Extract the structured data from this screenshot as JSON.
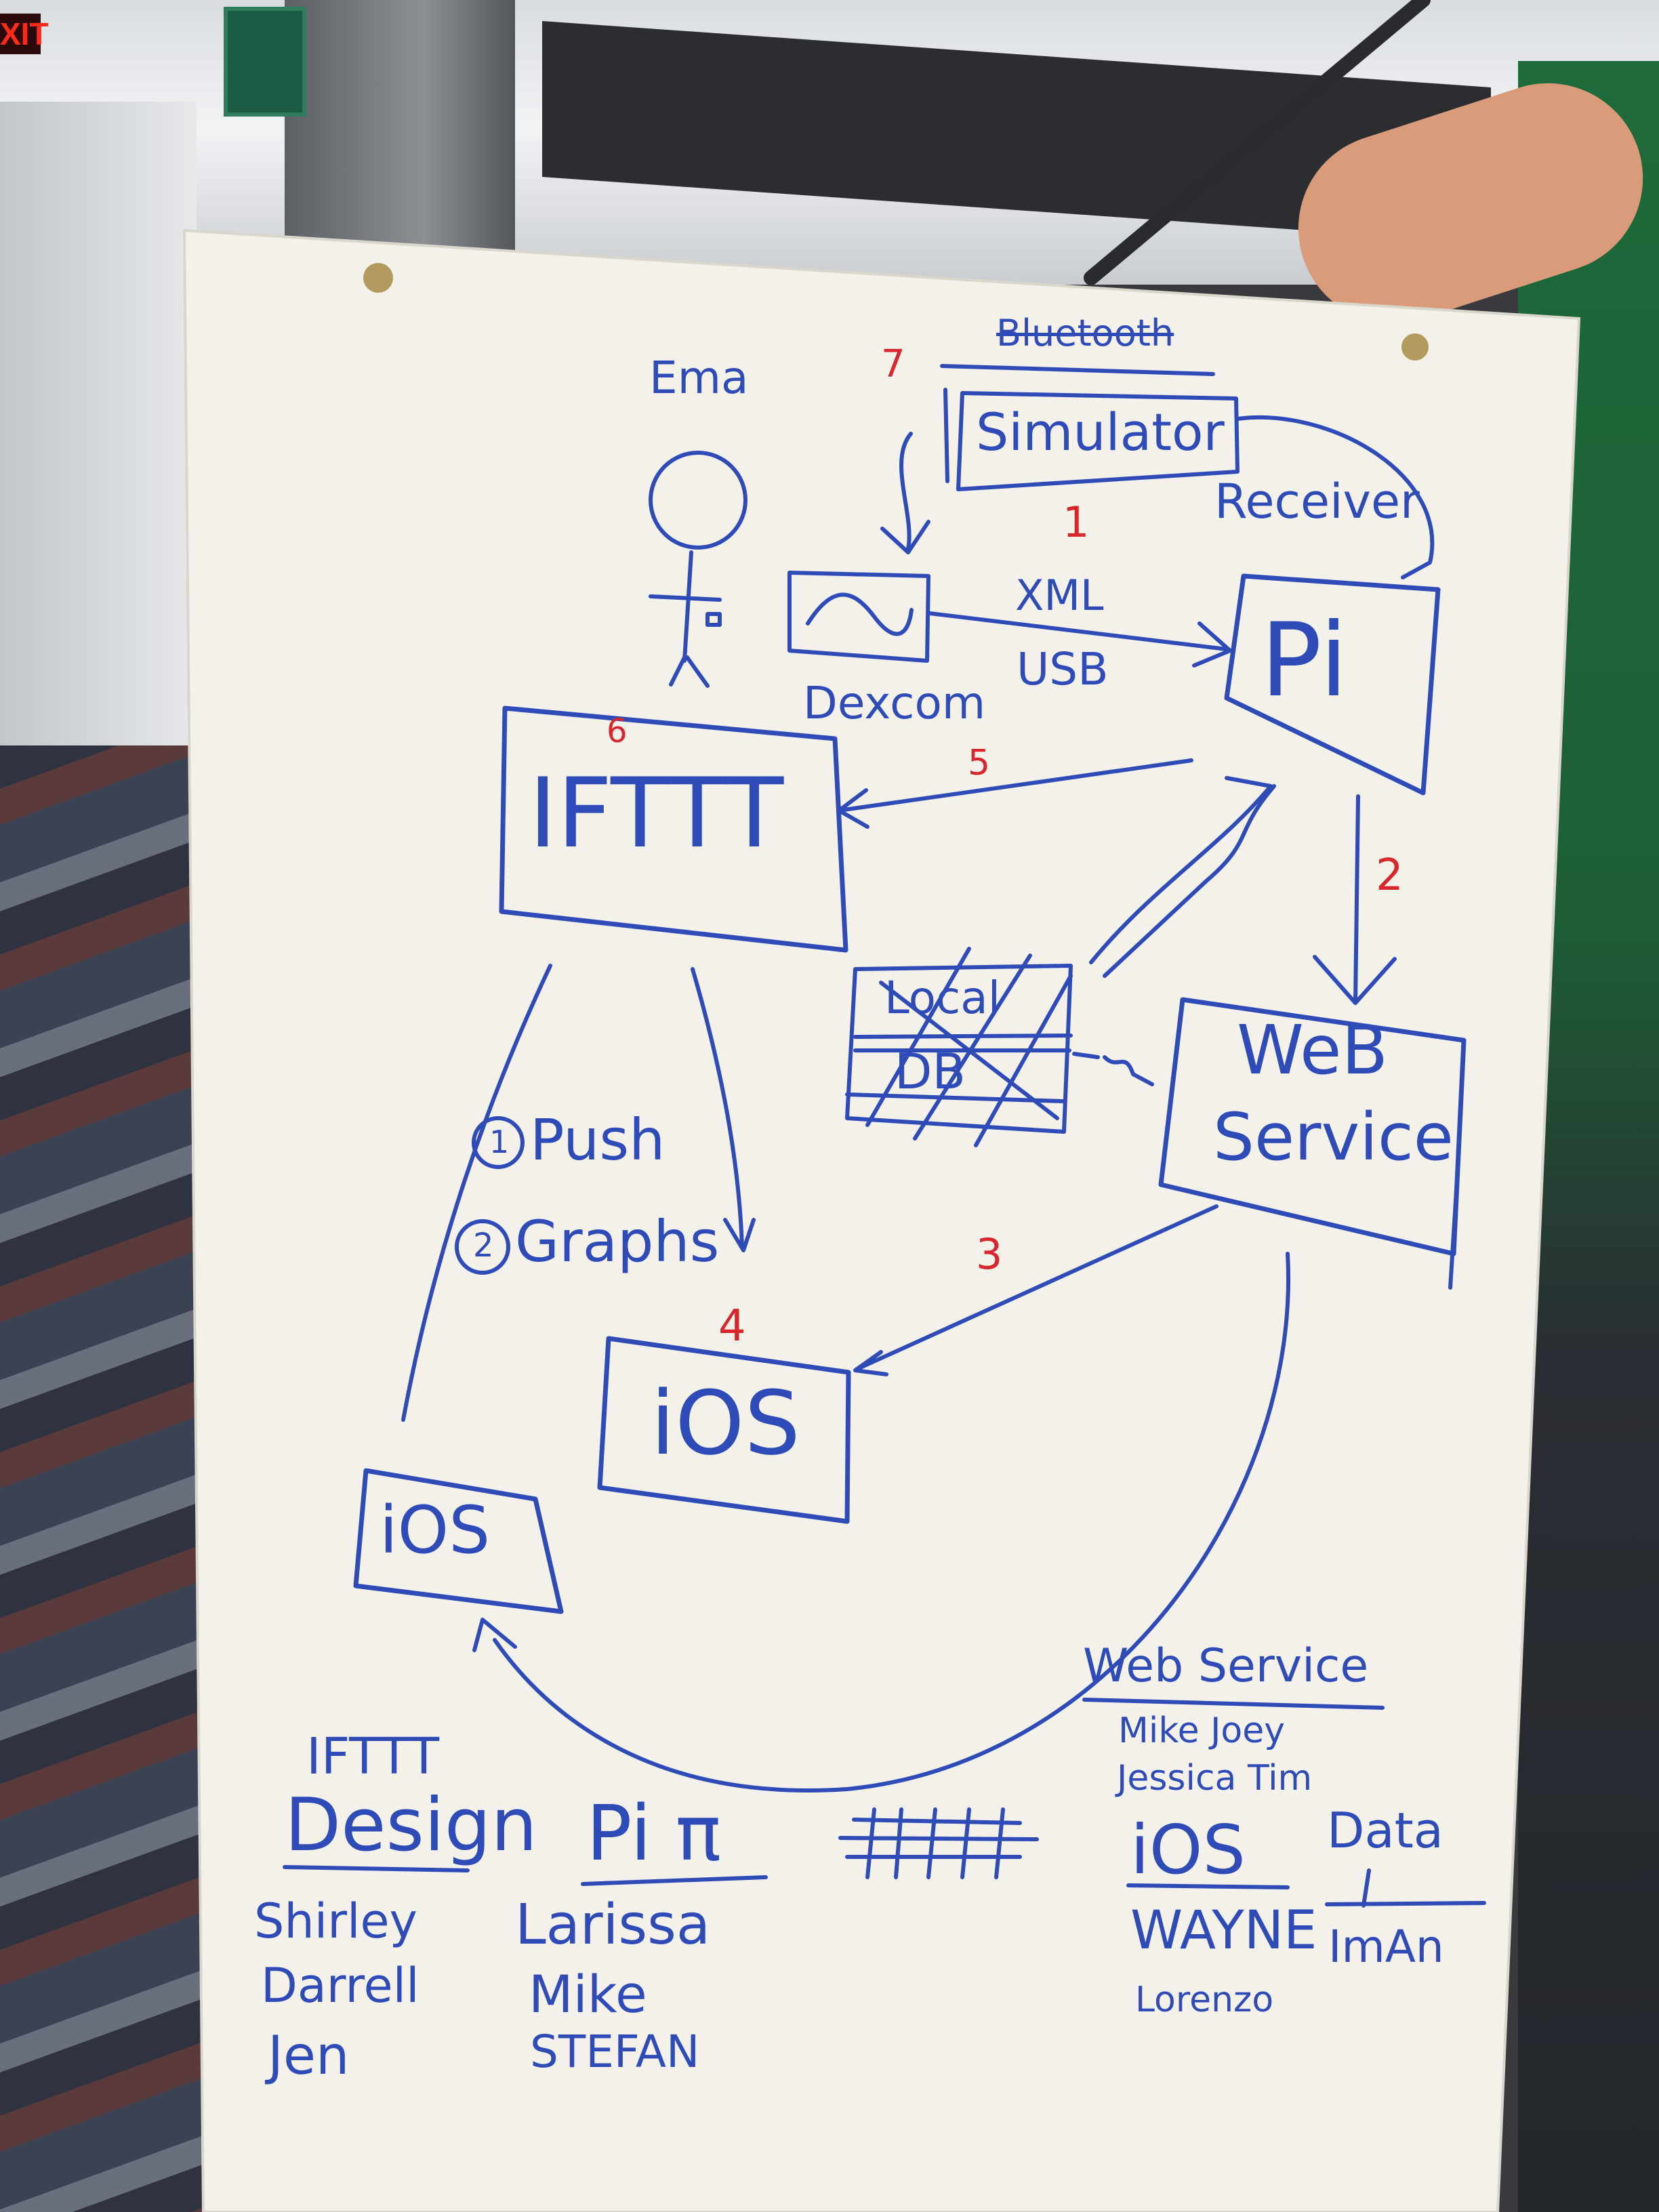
{
  "background": {
    "exit_sign": "XIT"
  },
  "diagram": {
    "actor": "Ema",
    "top_strike": "Bluetooth",
    "simulator": "Simulator",
    "receiver": "Receiver",
    "dexcom": "Dexcom",
    "xml": "XML",
    "usb": "USB",
    "pi": "Pi",
    "ifttt": "IFTTT",
    "local_db_line1": "Local",
    "local_db_line2": "DB",
    "web_service_line1": "WeB",
    "web_service_line2": "Service",
    "push": "Push",
    "graphs": "Graphs",
    "push_num": "1",
    "graphs_num": "2",
    "ios_center": "iOS",
    "ios_left": "iOS",
    "step_numbers": {
      "one": "1",
      "two": "2",
      "three": "3",
      "four": "4",
      "five": "5",
      "six": "6",
      "seven": "7"
    }
  },
  "teams": {
    "ifttt_label": "IFTTT",
    "design": {
      "title": "Design",
      "members": [
        "Shirley",
        "Darrell",
        "Jen"
      ]
    },
    "pi": {
      "title": "Pi π",
      "members": [
        "Larissa",
        "Mike",
        "STEFAN"
      ]
    },
    "web_service": {
      "title": "Web Service",
      "members_row1": "Mike   Joey",
      "members_row2": "Jessica  Tim"
    },
    "ios": {
      "title": "iOS",
      "members": [
        "WAYNE",
        "Lorenzo"
      ]
    },
    "data": {
      "title": "Data",
      "members": [
        "ImAn"
      ]
    }
  },
  "colors": {
    "ink": "#2f4bb8",
    "numbers": "#d8262c",
    "paper": "#f3f1ea"
  }
}
